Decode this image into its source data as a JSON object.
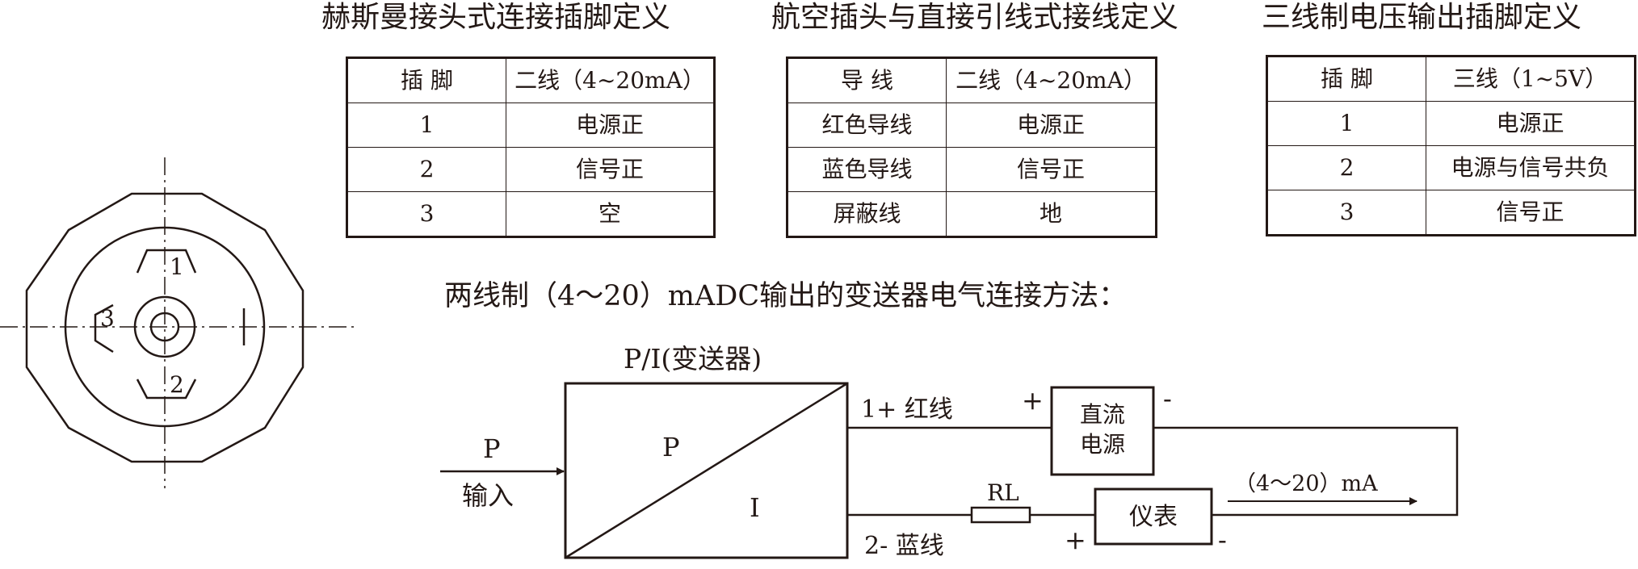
{
  "titles": {
    "hirschmann": "赫斯曼接头式连接插脚定义",
    "aviation": "航空插头与直接引线式接线定义",
    "three_wire": "三线制电压输出插脚定义"
  },
  "table_hirschmann": {
    "headers": [
      "插 脚",
      "二线（4~20mA）"
    ],
    "rows": [
      [
        "1",
        "电源正"
      ],
      [
        "2",
        "信号正"
      ],
      [
        "3",
        "空"
      ]
    ]
  },
  "table_aviation": {
    "headers": [
      "导 线",
      "二线（4~20mA）"
    ],
    "rows": [
      [
        "红色导线",
        "电源正"
      ],
      [
        "蓝色导线",
        "信号正"
      ],
      [
        "屏蔽线",
        "地"
      ]
    ]
  },
  "table_three_wire": {
    "headers": [
      "插 脚",
      "三线（1~5V）"
    ],
    "rows": [
      [
        "1",
        "电源正"
      ],
      [
        "2",
        "电源与信号共负"
      ],
      [
        "3",
        "信号正"
      ]
    ]
  },
  "connector": {
    "pins": [
      "1",
      "2",
      "3"
    ]
  },
  "wiring": {
    "heading": "两线制（4～20）mADC输出的变送器电气连接方法：",
    "transmitter_label": "P/I(变送器)",
    "box_p": "P",
    "box_i": "I",
    "input_p": "P",
    "input_label": "输入",
    "red_wire": "1+ 红线",
    "blue_wire": "2- 蓝线",
    "psu_line1": "直流",
    "psu_line2": "电源",
    "plus": "+",
    "minus": "-",
    "resistor": "RL",
    "meter": "仪表",
    "current": "（4～20）mA"
  }
}
